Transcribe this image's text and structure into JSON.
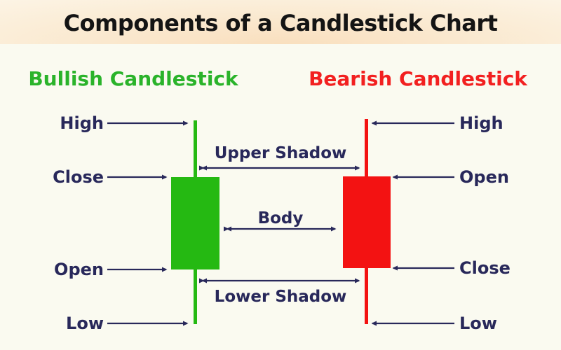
{
  "title": "Components of a Candlestick Chart",
  "bullish": {
    "heading": "Bullish Candlestick",
    "high": "High",
    "close": "Close",
    "open": "Open",
    "low": "Low"
  },
  "bearish": {
    "heading": "Bearish Candlestick",
    "high": "High",
    "open": "Open",
    "close": "Close",
    "low": "Low"
  },
  "components": {
    "upper_shadow": "Upper Shadow",
    "body": "Body",
    "lower_shadow": "Lower Shadow"
  },
  "colors": {
    "bullish_green": "#25b912",
    "bearish_red": "#f31212",
    "label_navy": "#28285a",
    "title_text": "#141414",
    "background": "#fafaf0",
    "title_band_peach": "#f9dfbe"
  }
}
